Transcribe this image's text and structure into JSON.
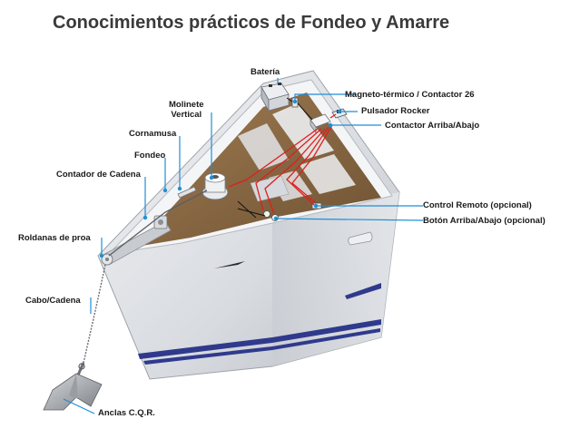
{
  "title": "Conocimientos prácticos de Fondeo y Amarre",
  "colors": {
    "leader": "#1e8fd6",
    "wire": "#e01e1e",
    "hull": "#dcdfe4",
    "deck": "#8a6a45",
    "stripe": "#2f3a8c"
  },
  "labels": {
    "bateria": "Batería",
    "magneto": "Magneto-térmico / Contactor 26",
    "pulsador": "Pulsador Rocker",
    "contactor": "Contactor Arriba/Abajo",
    "molinete_line1": "Molinete",
    "molinete_line2": "Vertical",
    "cornamusa": "Cornamusa",
    "fondeo": "Fondeo",
    "contador": "Contador de Cadena",
    "control_remoto": "Control Remoto (opcional)",
    "boton": "Botón Arriba/Abajo (opcional)",
    "roldanas": "Roldanas de proa",
    "cabo": "Cabo/Cadena",
    "anclas": "Anclas C.Q.R."
  }
}
